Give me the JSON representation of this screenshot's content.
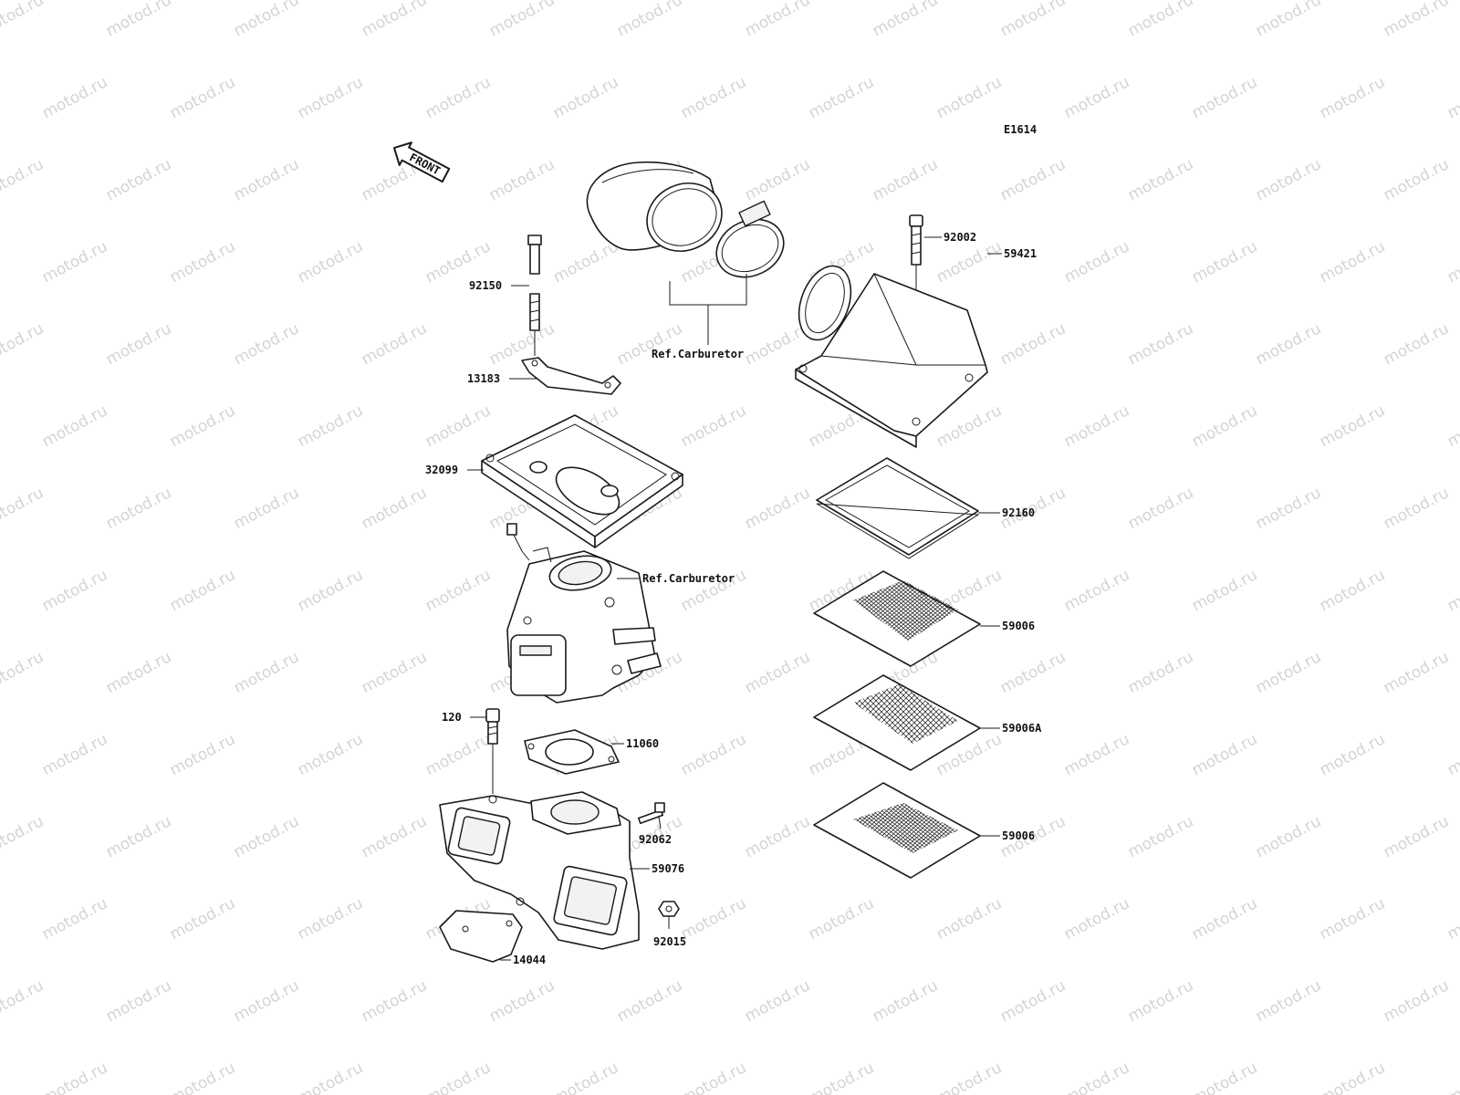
{
  "diagram_code": "E1614",
  "watermark": "motod.ru",
  "front_label": "FRONT",
  "ref_labels": {
    "duct_ref": "Ref.Carburetor",
    "carb_ref": "Ref.Carburetor"
  },
  "parts": {
    "p92150": "92150",
    "p13183": "13183",
    "p32099": "32099",
    "p120": "120",
    "p11060": "11060",
    "p92062": "92062",
    "p59076": "59076",
    "p92015": "92015",
    "p14044": "14044",
    "p92002": "92002",
    "p59421": "59421",
    "p92160": "92160",
    "p59006_top": "59006",
    "p59006A": "59006A",
    "p59006_bottom": "59006"
  }
}
